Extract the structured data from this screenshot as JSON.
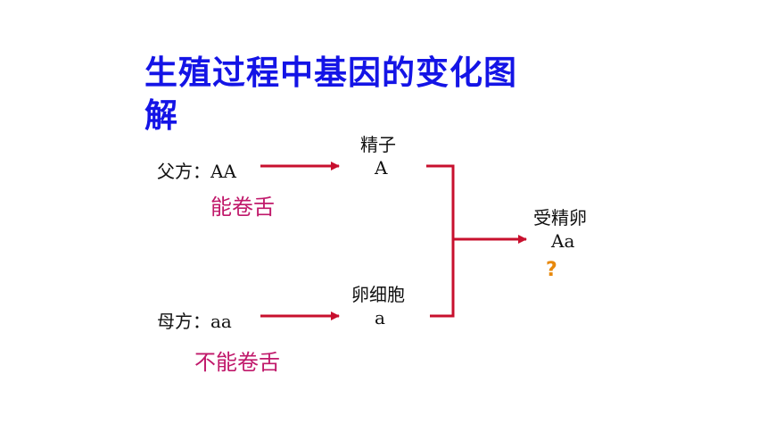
{
  "title": "生殖过程中基因的变化图解",
  "father": {
    "label": "父方：AA",
    "trait": "能卷舌"
  },
  "mother": {
    "label": "母方：aa",
    "trait": "不能卷舌"
  },
  "sperm": {
    "name": "精子",
    "gene": "A"
  },
  "egg": {
    "name": "卵细胞",
    "gene": "a"
  },
  "zygote": {
    "name": "受精卵",
    "gene": "Aa",
    "question": "?"
  },
  "colors": {
    "title": "#1414e6",
    "arrow": "#c8102e",
    "trait": "#c0186a",
    "question": "#e8890c"
  }
}
